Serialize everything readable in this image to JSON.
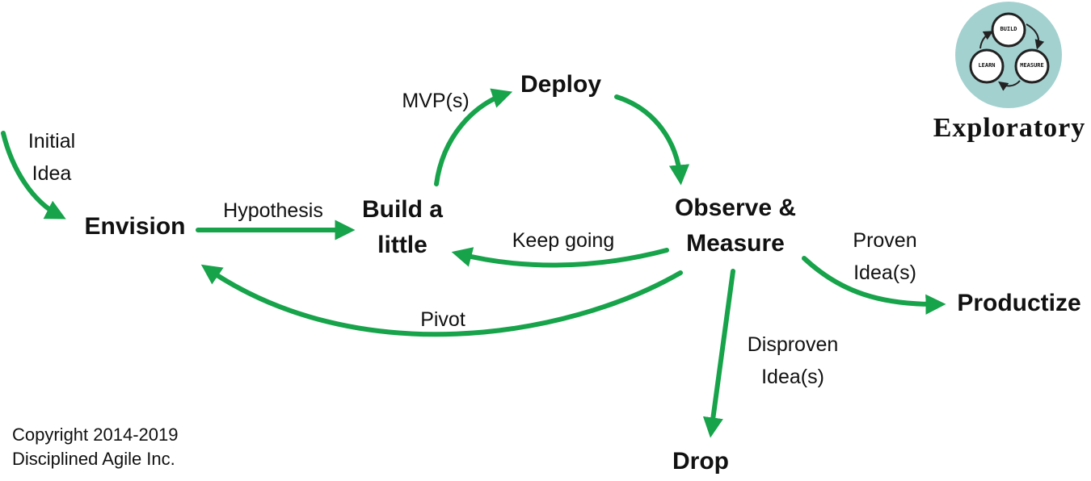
{
  "nodes": {
    "envision": "Envision",
    "build_line1": "Build a",
    "build_line2": "little",
    "deploy": "Deploy",
    "observe_line1": "Observe &",
    "observe_line2": "Measure",
    "productize": "Productize",
    "drop": "Drop"
  },
  "edges": {
    "initial_line1": "Initial",
    "initial_line2": "Idea",
    "hypothesis": "Hypothesis",
    "mvp": "MVP(s)",
    "keep_going": "Keep going",
    "pivot": "Pivot",
    "proven_line1": "Proven",
    "proven_line2": "Idea(s)",
    "disproven_line1": "Disproven",
    "disproven_line2": "Idea(s)"
  },
  "badge": {
    "title": "Exploratory",
    "cycle_build": "BUILD",
    "cycle_measure": "MEASURE",
    "cycle_learn": "LEARN"
  },
  "footer": {
    "line1": "Copyright 2014-2019",
    "line2": "Disciplined Agile Inc."
  },
  "colors": {
    "arrow": "#16a34a",
    "badge_circle": "#a3d1cf",
    "text": "#111111"
  }
}
